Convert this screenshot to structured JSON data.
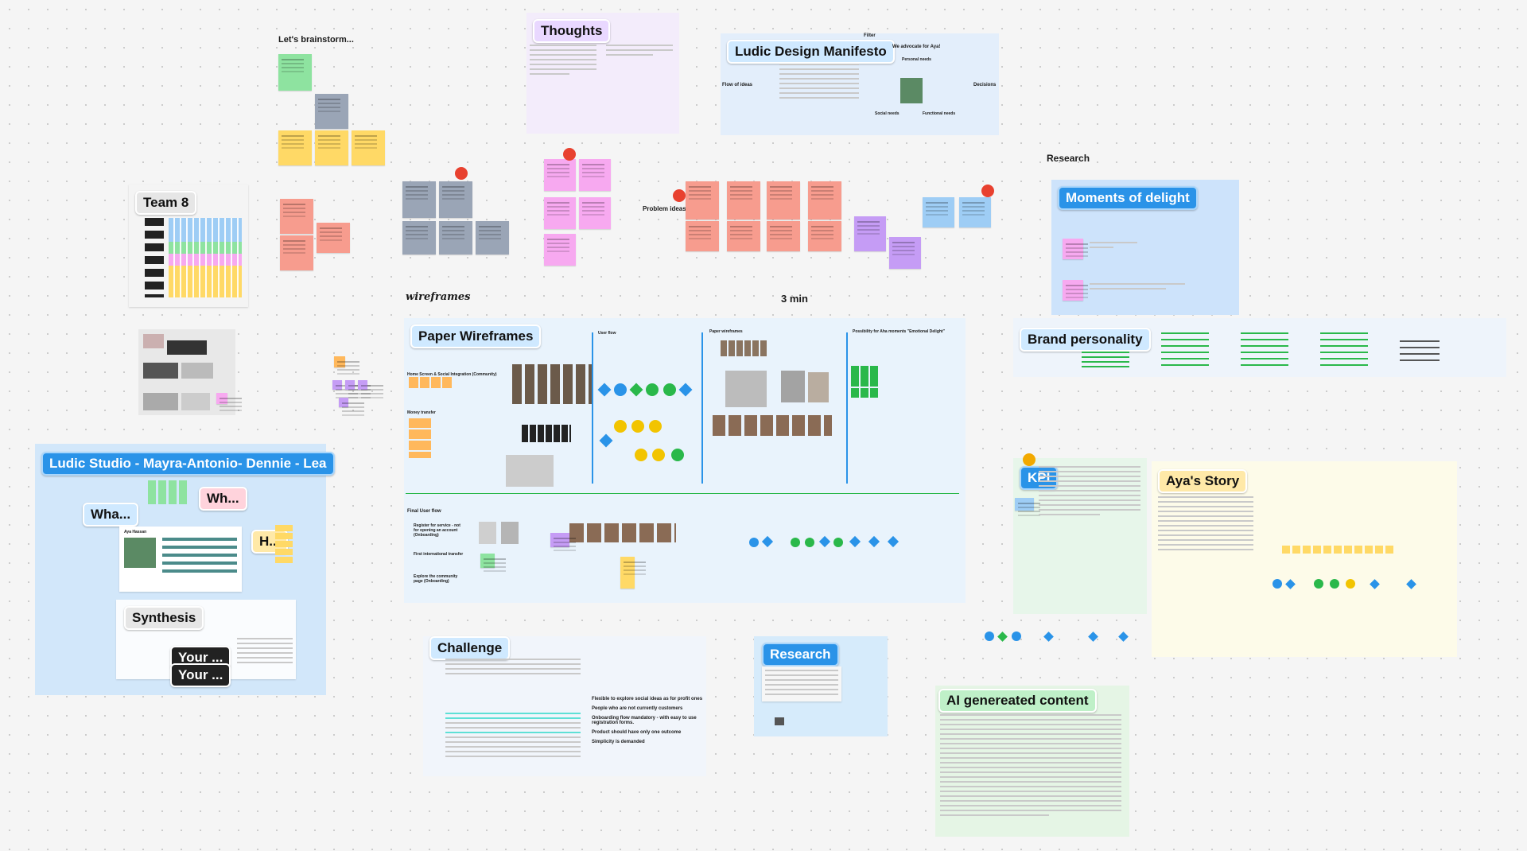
{
  "board": {
    "brainstorm_title": "Let's brainstorm...",
    "thoughts_tag": "Thoughts",
    "manifesto_tag": "Ludic Design Manifesto",
    "filter_label": "Filter",
    "advocate_label": "We advocate for Aya!",
    "flow_label": "Flow of ideas",
    "decisions_label": "Decisions",
    "research_label": "Research",
    "delight_tag": "Moments of delight",
    "team_tag": "Team 8",
    "problem_label": "Problem ideas",
    "wireframes_label": "wireframes",
    "three_min_label": "3 min",
    "paper_tag": "Paper Wireframes",
    "brand_tag": "Brand personality",
    "studio_tag": "Ludic Studio - Mayra-Antonio- Dennie - Lea",
    "wha_tag": "Wha...",
    "wh_tag": "Wh...",
    "h_tag": "H...",
    "synthesis_tag": "Synthesis",
    "your1_tag": "Your ...",
    "your2_tag": "Your ...",
    "kpi_tag": "KPI",
    "ayas_story_tag": "Aya's Story",
    "challenge_tag": "Challenge",
    "research_tag": "Research",
    "ai_tag": "AI genereated content",
    "user_flow_label": "User flow",
    "paper_label": "Paper wireframes",
    "possibility_label": "Possibility for Aha moments \"Emotional Delight\"",
    "home_label": "Home Screen & Social Integration (Community)",
    "money_label": "Money transfer",
    "final_flow_label": "Final User flow",
    "flow_step1": "Register for service - not for opening an account (Onboarding)",
    "flow_step2": "First international transfer",
    "flow_step3": "Explore the community page (Onboarding)",
    "challenge_lines": [
      "Flexible to explore social ideas as for profit ones",
      "People who are not currently customers",
      "Onboarding flow mandatory - with easy to use registration forms.",
      "Product should have only one outcome",
      "Simplicity is demanded"
    ],
    "aya_name": "Aya Hassan",
    "personal_needs": "Personal needs",
    "social_needs": "Social needs",
    "functional_needs": "Functional needs"
  },
  "colors": {
    "tag_blue": "#2a93e8",
    "sticky_yellow": "#ffd966",
    "sticky_green": "#8ee3a0",
    "sticky_pink": "#f7a9f0",
    "sticky_red": "#f79c8e",
    "sticky_blue": "#9ecdf5"
  }
}
